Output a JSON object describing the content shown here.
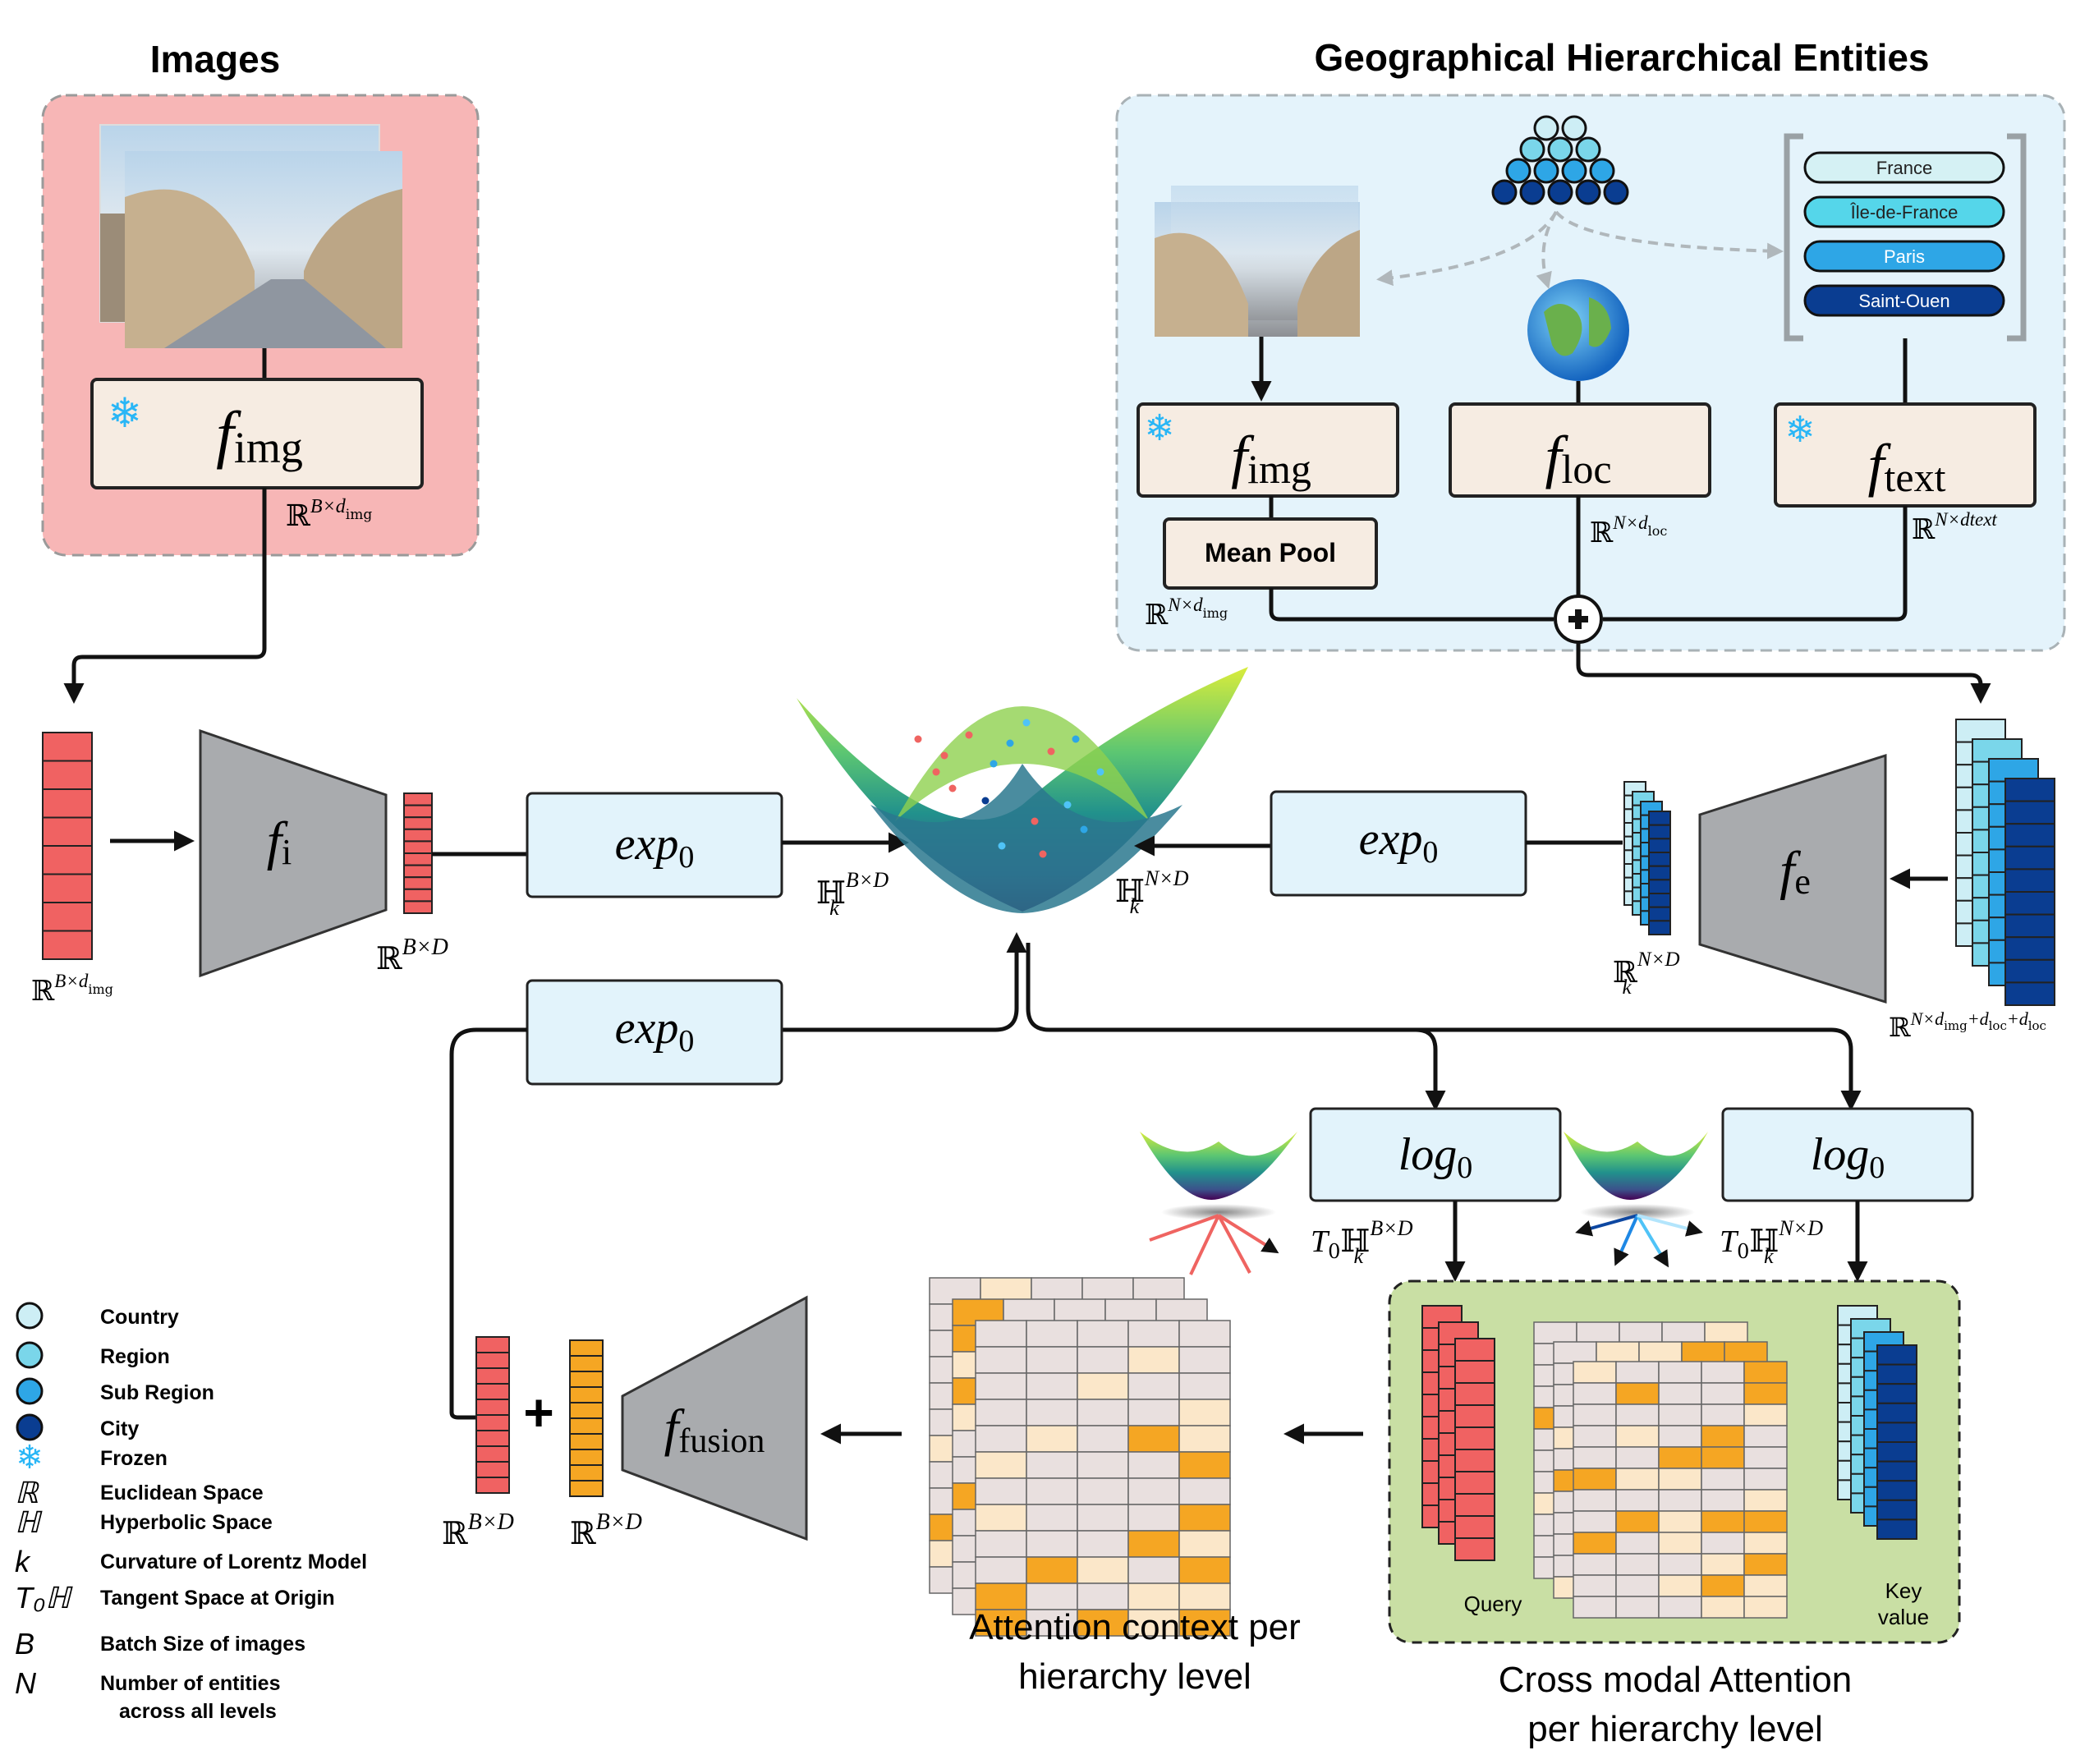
{
  "titles": {
    "images": "Images",
    "geo": "Geographical Hierarchical Entities"
  },
  "hierarchy": {
    "entities": [
      "France",
      "Île-de-France",
      "Paris",
      "Saint-Ouen"
    ]
  },
  "encoders": {
    "img": {
      "f": "f",
      "sub": "img"
    },
    "loc": {
      "f": "f",
      "sub": "loc"
    },
    "text": {
      "f": "f",
      "sub": "text"
    },
    "i": {
      "f": "f",
      "sub": "i"
    },
    "e": {
      "f": "f",
      "sub": "e"
    },
    "fusion": {
      "f": "f",
      "sub": "fusion"
    }
  },
  "ops": {
    "mean_pool": "Mean Pool",
    "exp_fn": "exp",
    "log_fn": "log",
    "sub0": "0",
    "plus": "+"
  },
  "spaces": {
    "r_b_dimg": {
      "base": "ℝ",
      "sup": "B×d",
      "supsub": "img"
    },
    "r_n_dimg": {
      "base": "ℝ",
      "sup": "N×d",
      "supsub": "img"
    },
    "r_n_dloc": {
      "base": "ℝ",
      "sup": "N×d",
      "supsub": "loc"
    },
    "r_n_dtext": {
      "base": "ℝ",
      "sup": "N×dtext"
    },
    "r_b_d": {
      "base": "ℝ",
      "sup": "B×D"
    },
    "r_n_dcat": {
      "base": "ℝ",
      "sup": "N×d",
      "supsub": "img",
      "rest": "+d",
      "rest_sub": "loc",
      "rest2": "+d",
      "rest2_sub": "loc"
    },
    "rk_n_d": {
      "base": "ℝ",
      "sup": "N×D",
      "sub": "k"
    },
    "h_b_d": {
      "base": "ℍ",
      "sup": "B×D",
      "sub": "k"
    },
    "h_n_d": {
      "base": "ℍ",
      "sup": "N×D",
      "sub": "k"
    },
    "t_b_d": {
      "pre": "T",
      "pre_sub": "0",
      "base": "ℍ",
      "sup": "B×D",
      "sub": "k"
    },
    "t_n_d": {
      "pre": "T",
      "pre_sub": "0",
      "base": "ℍ",
      "sup": "N×D",
      "sub": "k"
    }
  },
  "attention": {
    "query": "Query",
    "key_line1": "Key",
    "key_line2": "value",
    "context_line1": "Attention context per",
    "context_line2": "hierarchy level",
    "cross_line1": "Cross modal Attention",
    "cross_line2": "per hierarchy level"
  },
  "legend": [
    {
      "symbol": "circle",
      "color": "#cdeef5",
      "label": "Country"
    },
    {
      "symbol": "circle",
      "color": "#7ad6ea",
      "label": "Region"
    },
    {
      "symbol": "circle",
      "color": "#2ea6e6",
      "label": "Sub Region"
    },
    {
      "symbol": "circle",
      "color": "#0a3d91",
      "label": "City"
    },
    {
      "symbol": "snowflake",
      "color": "#29b6f6",
      "label": "Frozen"
    },
    {
      "symbol": "ℝ",
      "label": "Euclidean Space"
    },
    {
      "symbol": "ℍ",
      "label": "Hyperbolic Space"
    },
    {
      "symbol": "k",
      "label": "Curvature of Lorentz Model"
    },
    {
      "symbol": "T₀ℍ",
      "label": "Tangent Space at Origin"
    },
    {
      "symbol": "B",
      "label": "Batch Size of images"
    },
    {
      "symbol": "N",
      "label": "Number of entities",
      "label2": "across all levels"
    }
  ],
  "colors": {
    "images_panel": "#f7b6b6",
    "geo_panel": "#e4f3fb",
    "attn_panel": "#c9dfa4",
    "encoder_box": "#f6ece2",
    "exp_box": "#e2f3fb",
    "red_vec": "#f06262",
    "orange_vec": "#f5a623",
    "trapezoid": "#a9abae",
    "snowflake": "#29b6f6"
  }
}
